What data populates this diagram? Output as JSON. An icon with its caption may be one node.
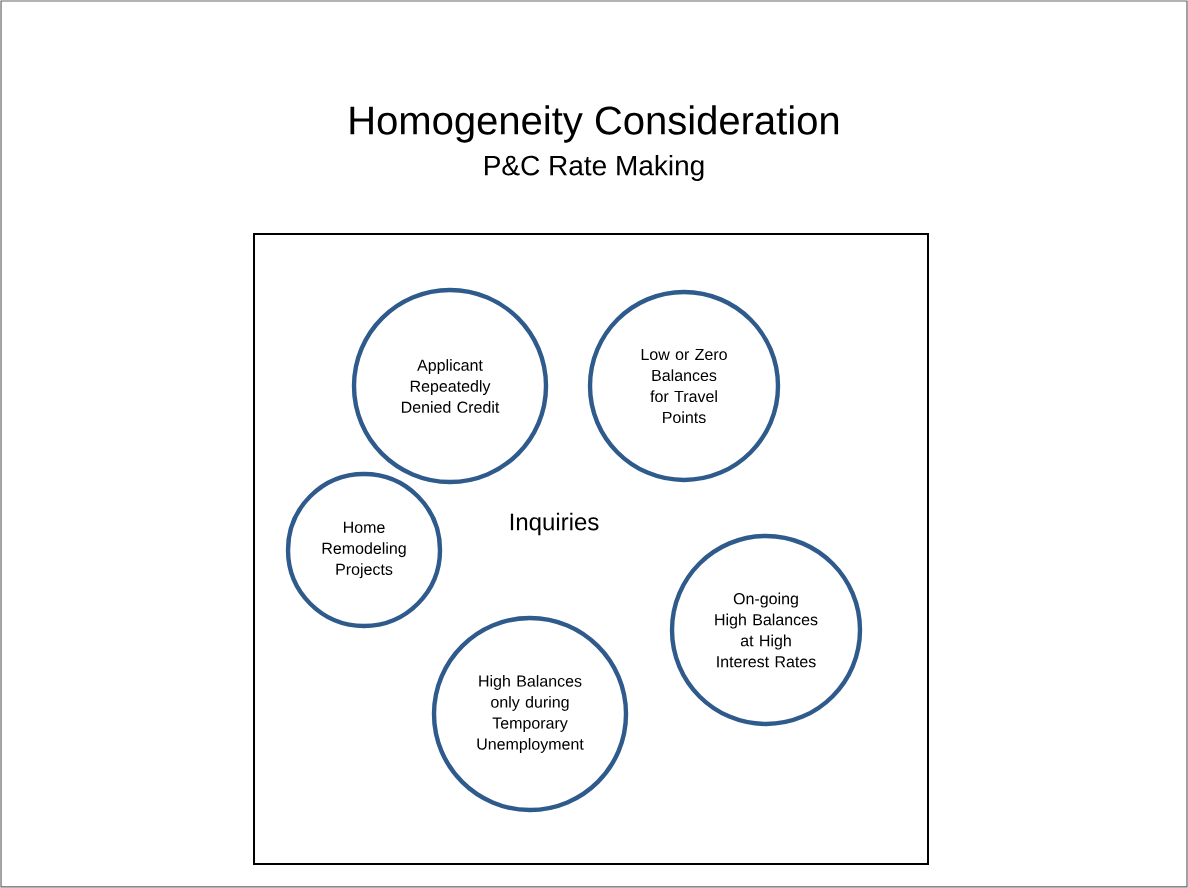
{
  "diagram": {
    "title": "Homogeneity Consideration",
    "caption": "P&C Rate Making",
    "nodes": [
      {
        "text": [
          "Inquiries"
        ]
      },
      {
        "text": [
          "Applicant Repeatedly Denied Credit"
        ],
        "in": 0
      },
      {
        "text": [
          "Low or Zero Balances for Travel Points"
        ],
        "in": 0
      },
      {
        "text": [
          "Home Remodeling Projects"
        ],
        "in": 0
      },
      {
        "text": [
          "On-going High Balances at High Interest Rates"
        ],
        "in": 0
      },
      {
        "text": [
          "High Balances only during Temporary Unemployment"
        ],
        "in": 0
      }
    ]
  }
}
